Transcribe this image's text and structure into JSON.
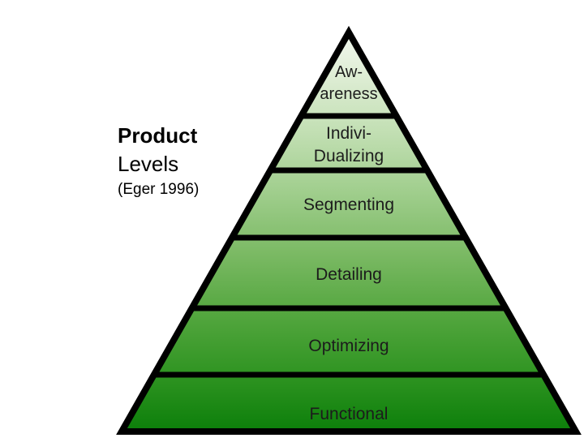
{
  "title": {
    "line1": "Product",
    "line2": "Levels",
    "citation": "(Eger 1996)"
  },
  "pyramid": {
    "levels": [
      {
        "name": "awareness",
        "lines": [
          "Aw-",
          "areness"
        ]
      },
      {
        "name": "individualizing",
        "lines": [
          "Indivi-",
          "Dualizing"
        ]
      },
      {
        "name": "segmenting",
        "lines": [
          "Segmenting"
        ]
      },
      {
        "name": "detailing",
        "lines": [
          "Detailing"
        ]
      },
      {
        "name": "optimizing",
        "lines": [
          "Optimizing"
        ]
      },
      {
        "name": "functional",
        "lines": [
          "Functional"
        ]
      }
    ]
  },
  "colors": {
    "gradient_top": "#f2f8ee",
    "gradient_stop2": "#dcecd2",
    "gradient_stop3": "#c2dfb3",
    "gradient_stop4": "#a0ce8d",
    "gradient_stop5": "#7cba65",
    "gradient_stop6": "#55a740",
    "gradient_stop7": "#319523",
    "gradient_bottom": "#0c7f0a",
    "outline": "#000000",
    "text": "#1c1c1c",
    "background": "#ffffff"
  }
}
